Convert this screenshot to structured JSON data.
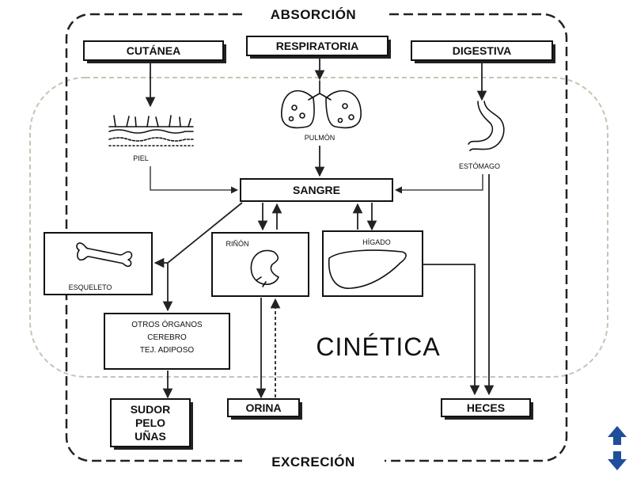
{
  "outer_top_label": "ABSORCIÓN",
  "outer_bottom_label": "EXCRECIÓN",
  "inner_label": "CINÉTICA",
  "routes": {
    "cutanea": "CUTÁNEA",
    "respiratoria": "RESPIRATORIA",
    "digestiva": "DIGESTIVA"
  },
  "organs": {
    "piel": "PIEL",
    "pulmon": "PULMÓN",
    "estomago": "ESTÓMAGO",
    "sangre": "SANGRE",
    "esqueleto": "ESQUELETO",
    "rinon": "RIÑÓN",
    "higado": "HÍGADO"
  },
  "otros_organos": [
    "OTROS ÓRGANOS",
    "CEREBRO",
    "TEJ. ADIPOSO"
  ],
  "outputs": {
    "sudor_lines": [
      "SUDOR",
      "PELO",
      "UÑAS"
    ],
    "orina": "ORINA",
    "heces": "HECES"
  },
  "icons": {
    "nav_up": "arrow-up-icon",
    "nav_down": "arrow-down-icon"
  },
  "colors": {
    "line": "#222222",
    "nav_arrow": "#1f4e9b",
    "dashed_region": "#c9c3b4"
  }
}
